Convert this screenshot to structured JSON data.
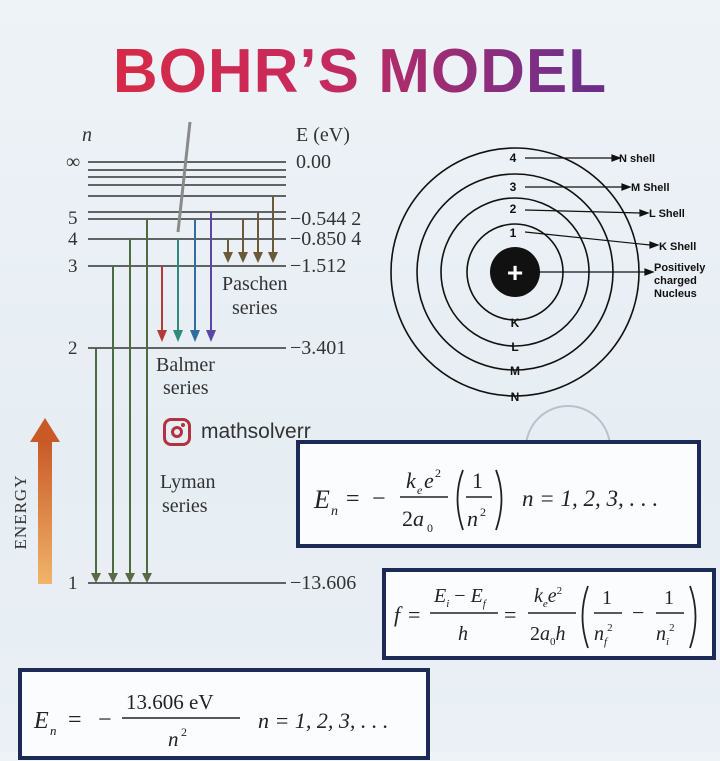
{
  "title": "BOHR’S MODEL",
  "colors": {
    "balmer_arrows": [
      "#b43a3a",
      "#2f8a7a",
      "#2e6fa0",
      "#5b46a8"
    ],
    "paschen_arrows": "#6b5a3a",
    "lyman_arrows": "#4b6b40",
    "energy_arrow": "#e08a3a",
    "box_border": "#1d2a55"
  },
  "energy_diagram": {
    "n_axis_label": "n",
    "e_axis_label": "E (eV)",
    "energy_label": "ENERGY",
    "levels": [
      {
        "n": "∞",
        "energy": "0.00"
      },
      {
        "n": "5",
        "energy": "−0.544 2"
      },
      {
        "n": "4",
        "energy": "−0.850 4"
      },
      {
        "n": "3",
        "energy": "−1.512"
      },
      {
        "n": "2",
        "energy": "−3.401"
      },
      {
        "n": "1",
        "energy": "−13.606"
      }
    ],
    "series": {
      "paschen": [
        "Paschen",
        "series"
      ],
      "balmer": [
        "Balmer",
        "series"
      ],
      "lyman": [
        "Lyman",
        "series"
      ]
    }
  },
  "atom": {
    "numbers": [
      "4",
      "3",
      "2",
      "1"
    ],
    "shell_letters": [
      "K",
      "L",
      "M",
      "N"
    ],
    "callouts": [
      "N shell",
      "M Shell",
      "L Shell",
      "K Shell"
    ],
    "nucleus_symbol": "+",
    "nucleus_label": [
      "Positively",
      "charged",
      "Nucleus"
    ]
  },
  "watermark": "mathsolverr",
  "handle": "mathsolverr",
  "formulas": {
    "en_plus": "n = 1, 2, 3, . . .",
    "en_simple": "n = 1, 2, 3, . . .",
    "en_simple_num": "13.606 eV"
  }
}
